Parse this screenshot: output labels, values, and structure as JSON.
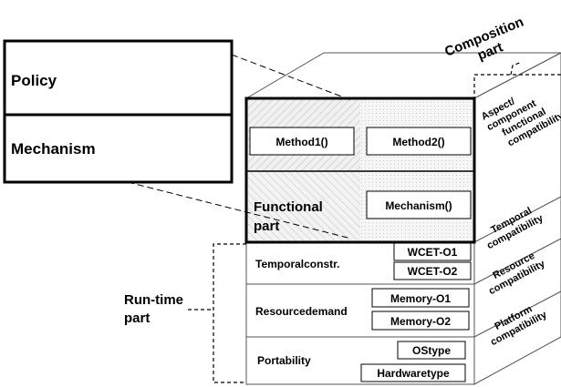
{
  "left": {
    "policy": "Policy",
    "mechanism": "Mechanism"
  },
  "functional": {
    "method1": "Method1()",
    "method2": "Method2()",
    "mechanism_method": "Mechanism()",
    "label_line1": "Functional",
    "label_line2": "part"
  },
  "runtime": {
    "label_line1": "Run-time",
    "label_line2": "part",
    "temporal": {
      "label": "Temporalconstr.",
      "items": [
        "WCET-O1",
        "WCET-O2"
      ]
    },
    "resource": {
      "label": "Resourcedemand",
      "items": [
        "Memory-O1",
        "Memory-O2"
      ]
    },
    "portability": {
      "label": "Portability",
      "items": [
        "OStype",
        "Hardwaretype"
      ]
    }
  },
  "composition": {
    "label_line1": "Composition",
    "label_line2": "part",
    "functional": [
      "Aspect/",
      "component",
      "functional",
      "compatibility"
    ],
    "temporal": [
      "Temporal",
      "compatibility"
    ],
    "resource": [
      "Resource",
      "compatibility"
    ],
    "platform": [
      "Platform",
      "compatibility"
    ]
  }
}
